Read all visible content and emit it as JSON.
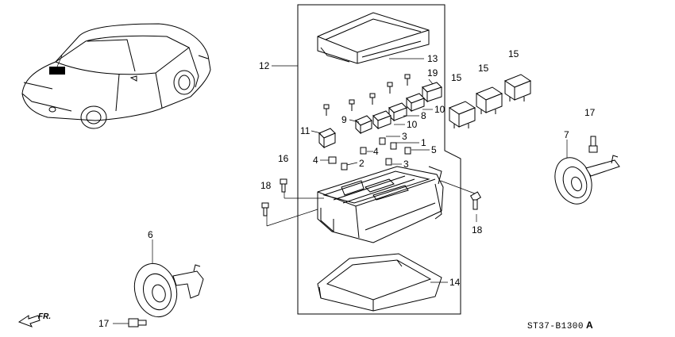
{
  "callouts": {
    "c12": "12",
    "c13": "13",
    "c19": "19",
    "c10a": "10",
    "c10b": "10",
    "c9": "9",
    "c8": "8",
    "c11": "11",
    "c3a": "3",
    "c1": "1",
    "c4a": "4",
    "c5": "5",
    "c4b": "4",
    "c2": "2",
    "c3b": "3",
    "c16": "16",
    "c18a": "18",
    "c18b": "18",
    "c15a": "15",
    "c15b": "15",
    "c15c": "15",
    "c17a": "17",
    "c7": "7",
    "c6": "6",
    "c17b": "17",
    "c14": "14"
  },
  "diagram_code": "ST37-B1300",
  "diagram_code_suffix": "A",
  "front_arrow_label": "FR.",
  "icons": [
    "car-outline-icon",
    "horn-icon",
    "relay-icon",
    "fuse-icon",
    "bolt-icon",
    "front-arrow-icon"
  ]
}
